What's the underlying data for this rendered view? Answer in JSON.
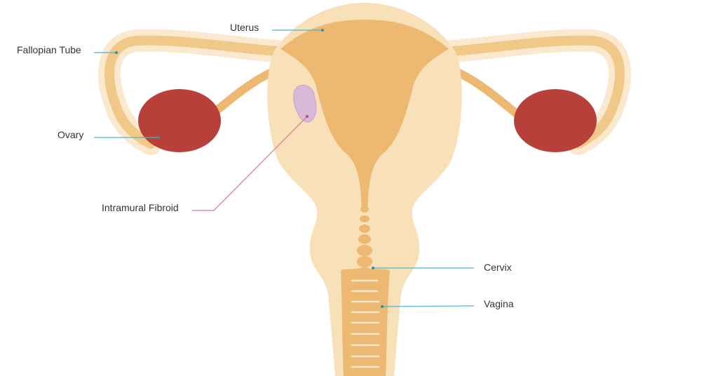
{
  "labels": {
    "uterus": "Uterus",
    "fallopian_tube": "Fallopian Tube",
    "ovary": "Ovary",
    "intramural_fibroid": "Intramural Fibroid",
    "cervix": "Cervix",
    "vagina": "Vagina"
  },
  "colors": {
    "tissue_light": "#f8e0b8",
    "tissue_dark": "#edb872",
    "ovary": "#b8403a",
    "fibroid": "#d8bad8",
    "leader_line": "#4fb3c8",
    "fibroid_leader_line": "#e0709a"
  }
}
